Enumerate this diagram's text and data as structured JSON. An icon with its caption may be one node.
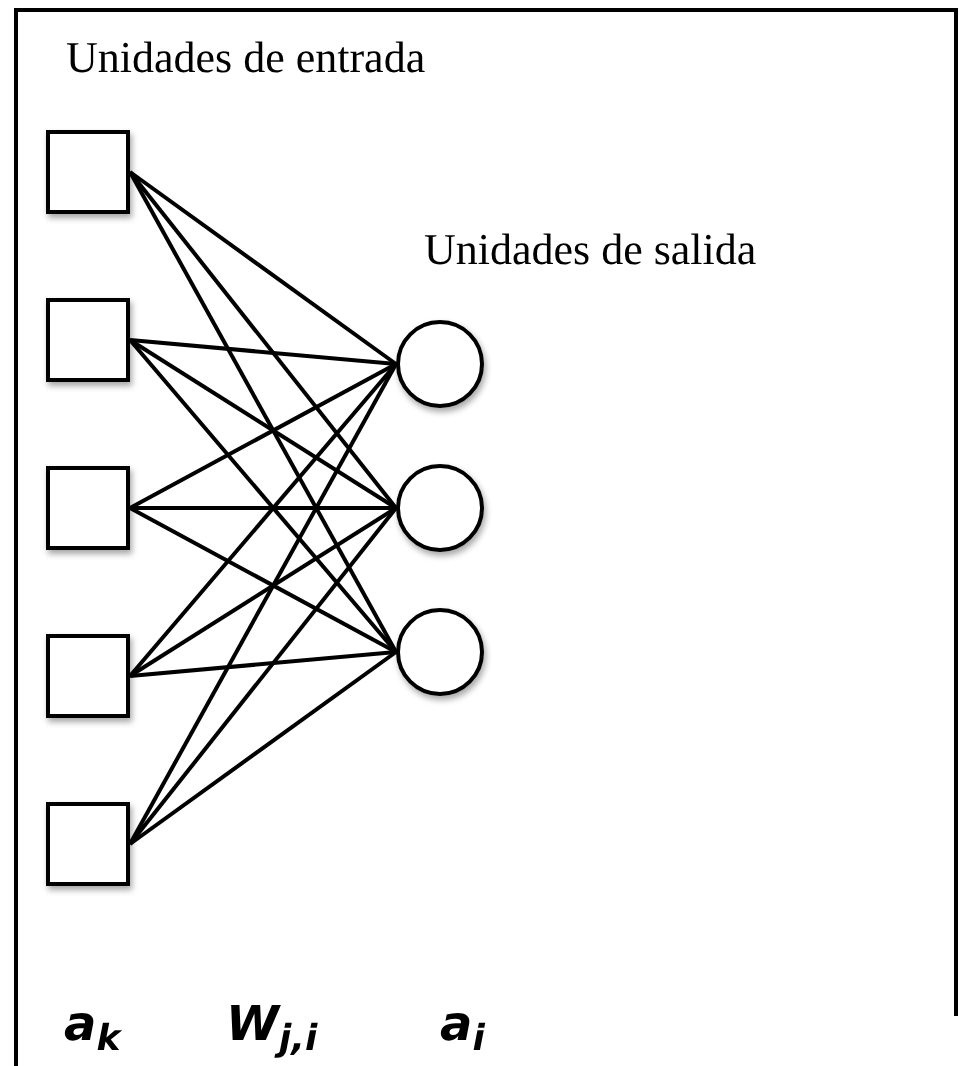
{
  "diagram": {
    "nodes": [
      {
        "text": [],
        "shape": "box"
      },
      {
        "text": [],
        "shape": "box"
      },
      {
        "text": [],
        "shape": "box"
      },
      {
        "text": [],
        "shape": "box"
      },
      {
        "text": [],
        "shape": "box"
      },
      {
        "text": [],
        "shape": "circle"
      },
      {
        "text": [],
        "shape": "circle"
      },
      {
        "text": [],
        "shape": "circle"
      }
    ],
    "edges": [
      {
        "from": 0,
        "to": 5,
        "arrow": "none"
      },
      {
        "from": 0,
        "to": 6,
        "arrow": "none"
      },
      {
        "from": 0,
        "to": 7,
        "arrow": "none"
      },
      {
        "from": 1,
        "to": 5,
        "arrow": "none"
      },
      {
        "from": 1,
        "to": 6,
        "arrow": "none"
      },
      {
        "from": 1,
        "to": 7,
        "arrow": "none"
      },
      {
        "from": 2,
        "to": 5,
        "arrow": "none"
      },
      {
        "from": 2,
        "to": 6,
        "arrow": "none"
      },
      {
        "from": 2,
        "to": 7,
        "arrow": "none"
      },
      {
        "from": 3,
        "to": 5,
        "arrow": "none"
      },
      {
        "from": 3,
        "to": 6,
        "arrow": "none"
      },
      {
        "from": 3,
        "to": 7,
        "arrow": "none"
      },
      {
        "from": 4,
        "to": 5,
        "arrow": "none"
      },
      {
        "from": 4,
        "to": 6,
        "arrow": "none"
      },
      {
        "from": 4,
        "to": 7,
        "arrow": "none"
      }
    ],
    "labels": [
      "Unidades de entrada",
      "Unidades de salida",
      "a$_{k}$",
      "W$_{j,i}$",
      "a$_{i}$"
    ]
  }
}
